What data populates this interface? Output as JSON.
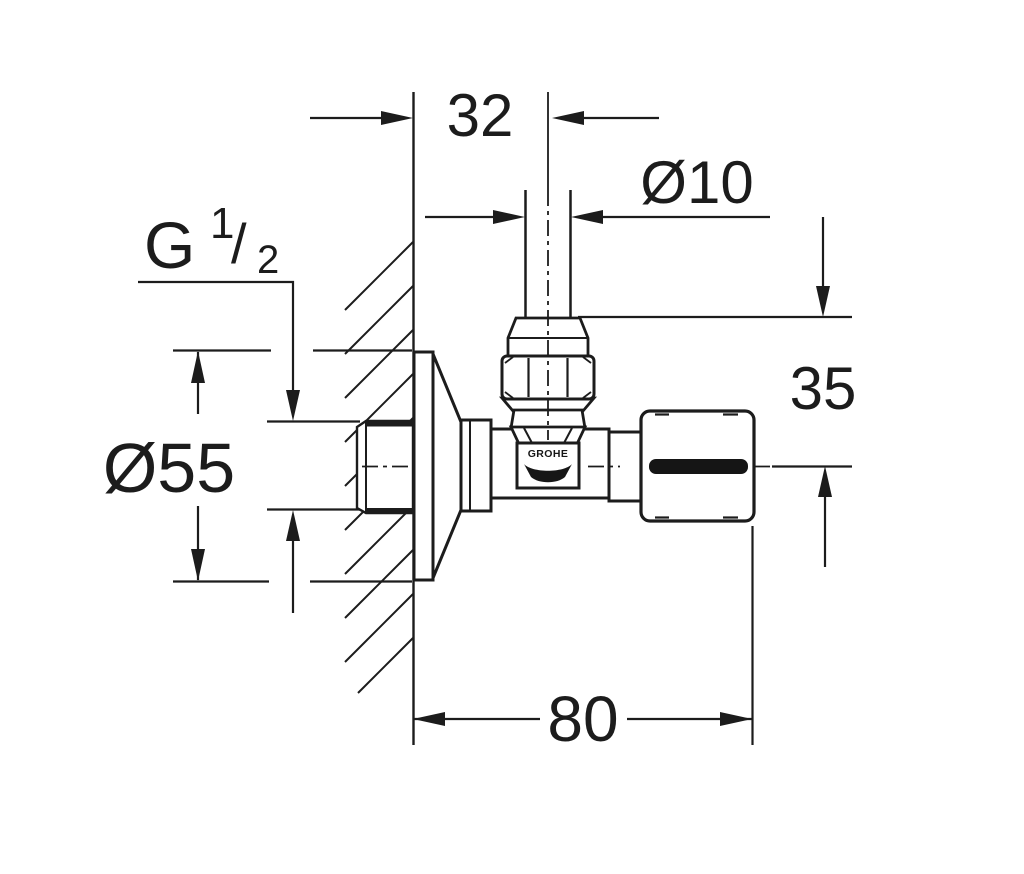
{
  "labels": {
    "dim_top_offset": "32",
    "dim_pipe_diameter": "Ø10",
    "thread_g": "G",
    "thread_num": "1",
    "thread_slash": "/",
    "thread_den": "2",
    "dim_flange_diameter": "Ø55",
    "dim_outlet_height": "35",
    "dim_depth": "80",
    "logo": "GROHE"
  },
  "colors": {
    "line": "#1c1c1c",
    "background": "#ffffff"
  }
}
